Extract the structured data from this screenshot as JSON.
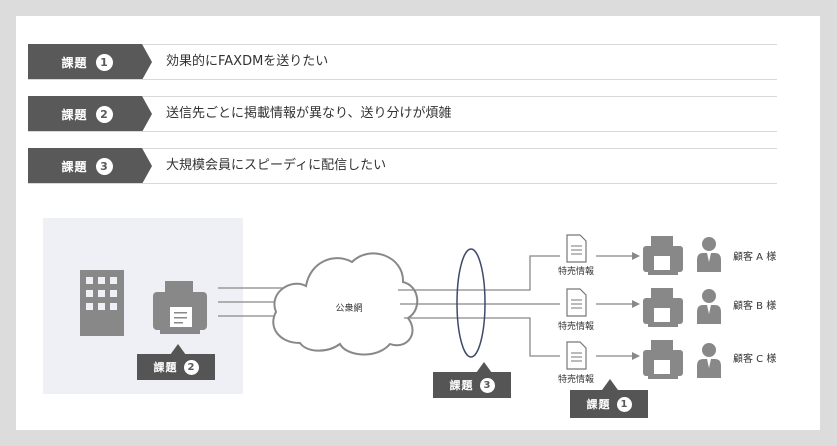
{
  "issues": [
    {
      "tag": "課題",
      "num": "1",
      "text": "効果的にFAXDMを送りたい"
    },
    {
      "tag": "課題",
      "num": "2",
      "text": "送信先ごとに掲載情報が異なり、送り分けが煩雑"
    },
    {
      "tag": "課題",
      "num": "3",
      "text": "大規模会員にスピーディに配信したい"
    }
  ],
  "diagram": {
    "cloud_label": "公衆網",
    "doc_label": "特売情報",
    "customers": [
      "顧客 A 様",
      "顧客 B 様",
      "顧客 C 様"
    ],
    "callouts": [
      {
        "tag": "課題",
        "num": "2"
      },
      {
        "tag": "課題",
        "num": "3"
      },
      {
        "tag": "課題",
        "num": "1"
      }
    ]
  },
  "colors": {
    "tag_bg": "#595959",
    "icon_gray": "#888888",
    "panel_bg": "#eef0f5",
    "line": "#888888",
    "ellipse": "#3e4a6a"
  }
}
